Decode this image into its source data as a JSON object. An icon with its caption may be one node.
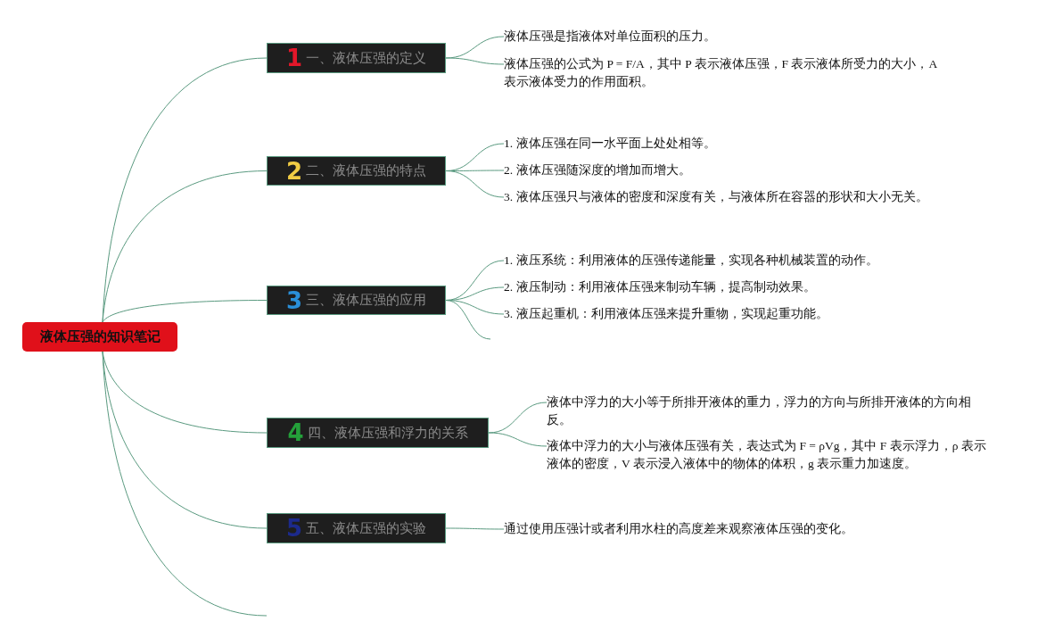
{
  "diagram": {
    "nodes": [
      {
        "text": [
          "液体压强的知识笔记"
        ]
      },
      {
        "text": [
          "1",
          "一、液体压强的定义"
        ]
      },
      {
        "text": [
          "液体压强是指液体对单位面积的压力。"
        ]
      },
      {
        "text": [
          "液体压强的公式为 P = F/A，其中 P 表示液体压强，F 表示液体所受力的大小，A 表示液体受力的作用面积。"
        ]
      },
      {
        "text": [
          "2",
          "二、液体压强的特点"
        ]
      },
      {
        "text": [
          "1. 液体压强在同一水平面上处处相等。"
        ]
      },
      {
        "text": [
          "2. 液体压强随深度的增加而增大。"
        ]
      },
      {
        "text": [
          "3. 液体压强只与液体的密度和深度有关，与液体所在容器的形状和大小无关。"
        ]
      },
      {
        "text": [
          "3",
          "三、液体压强的应用"
        ]
      },
      {
        "text": [
          "1. 液压系统：利用液体的压强传递能量，实现各种机械装置的动作。"
        ]
      },
      {
        "text": [
          "2. 液压制动：利用液体压强来制动车辆，提高制动效果。"
        ]
      },
      {
        "text": [
          "3. 液压起重机：利用液体压强来提升重物，实现起重功能。"
        ]
      },
      {
        "text": [
          "4",
          "四、液体压强和浮力的关系"
        ]
      },
      {
        "text": [
          "液体中浮力的大小等于所排开液体的重力，浮力的方向与所排开液体的方向相反。"
        ]
      },
      {
        "text": [
          "液体中浮力的大小与液体压强有关，表达式为 F = ρVg，其中 F 表示浮力，ρ 表示液体的密度，V 表示浸入液体中的物体的体积，g 表示重力加速度。"
        ]
      },
      {
        "text": [
          "5",
          "五、液体压强的实验"
        ]
      },
      {
        "text": [
          "通过使用压强计或者利用水柱的高度差来观察液体压强的变化。"
        ]
      }
    ],
    "edges": [
      {
        "from": 0,
        "to": 1,
        "arrow": "none"
      },
      {
        "from": 1,
        "to": 2,
        "arrow": "none"
      },
      {
        "from": 1,
        "to": 3,
        "arrow": "none"
      },
      {
        "from": 0,
        "to": 4,
        "arrow": "none"
      },
      {
        "from": 4,
        "to": 5,
        "arrow": "none"
      },
      {
        "from": 4,
        "to": 6,
        "arrow": "none"
      },
      {
        "from": 4,
        "to": 7,
        "arrow": "none"
      },
      {
        "from": 0,
        "to": 8,
        "arrow": "none"
      },
      {
        "from": 8,
        "to": 9,
        "arrow": "none"
      },
      {
        "from": 8,
        "to": 10,
        "arrow": "none"
      },
      {
        "from": 8,
        "to": 11,
        "arrow": "none"
      },
      {
        "from": 8,
        "to": null,
        "arrow": "none"
      },
      {
        "from": 0,
        "to": 12,
        "arrow": "none"
      },
      {
        "from": 12,
        "to": 13,
        "arrow": "none"
      },
      {
        "from": 12,
        "to": 14,
        "arrow": "none"
      },
      {
        "from": 0,
        "to": 15,
        "arrow": "none"
      },
      {
        "from": 15,
        "to": 16,
        "arrow": "none"
      },
      {
        "from": 0,
        "to": null,
        "arrow": "none"
      }
    ]
  }
}
